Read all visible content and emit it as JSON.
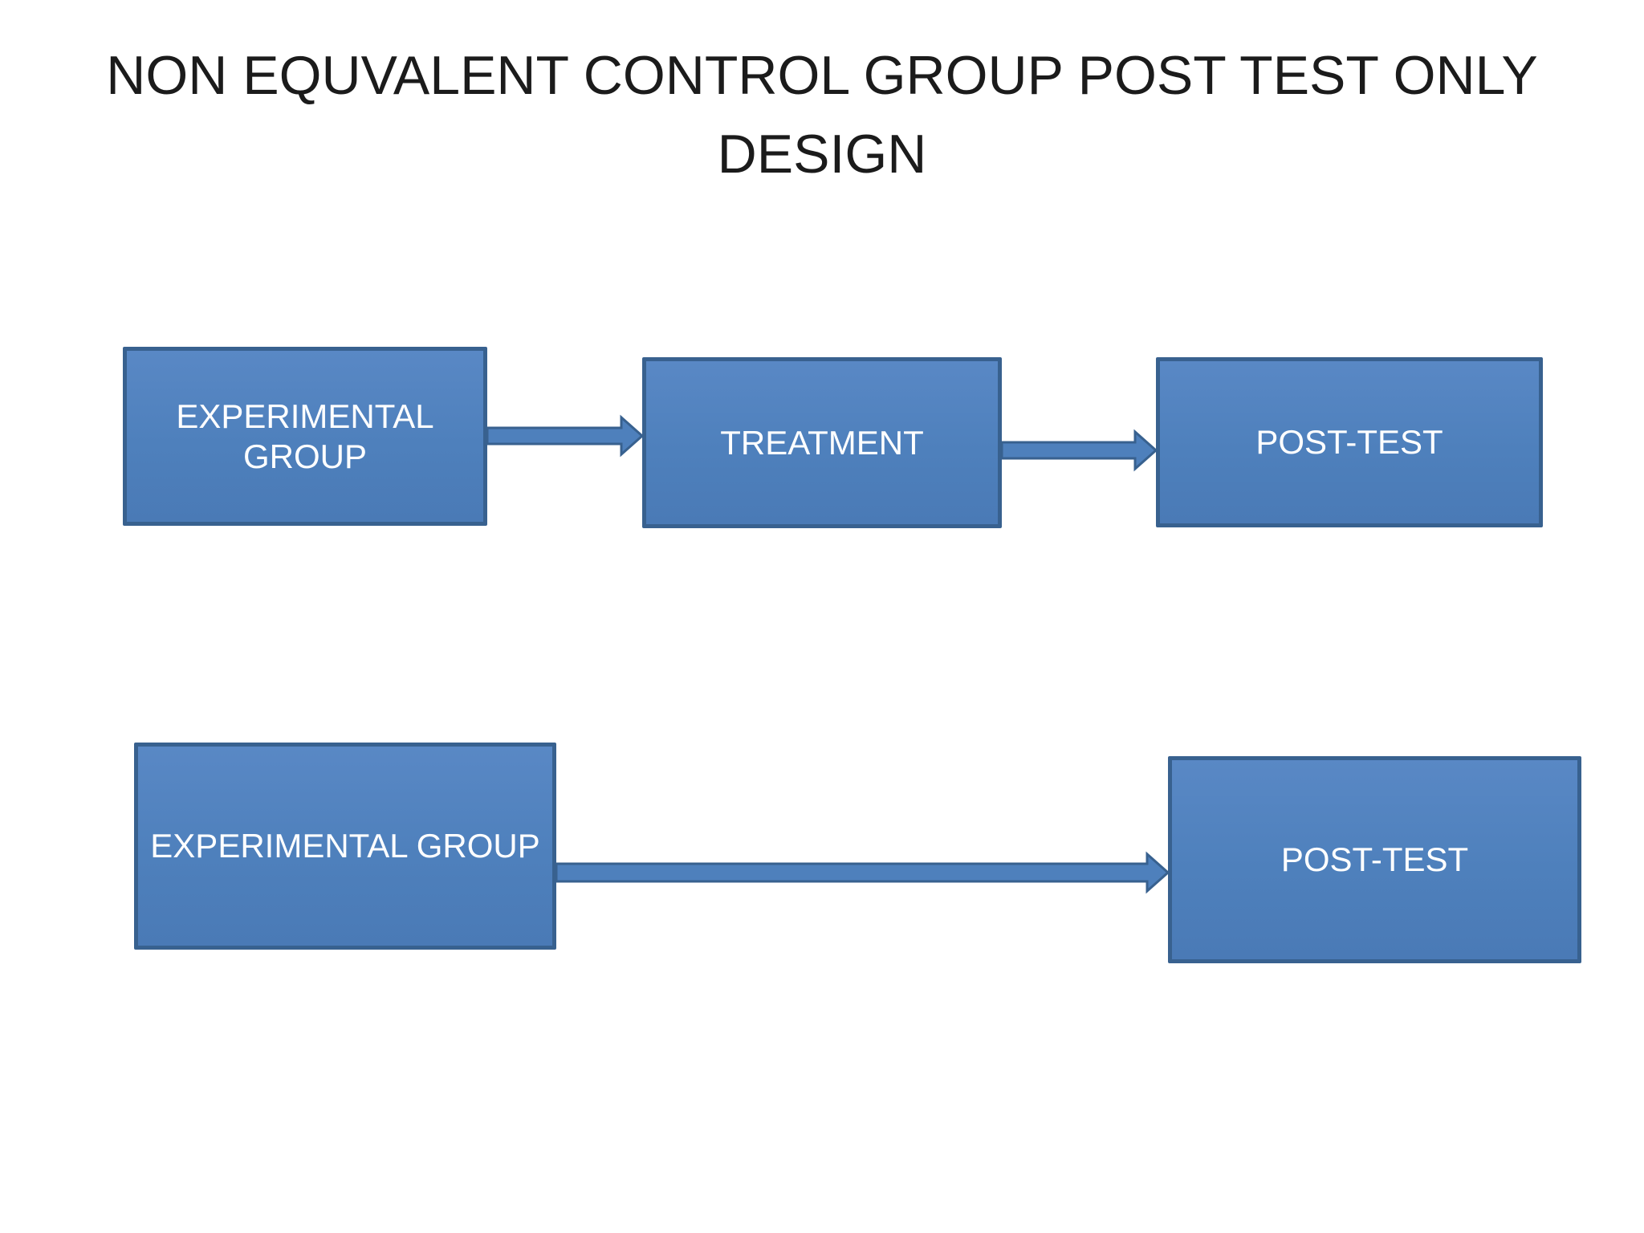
{
  "slide": {
    "title_line1": "NON EQUVALENT CONTROL GROUP POST TEST ONLY",
    "title_line2": "DESIGN"
  },
  "colors": {
    "background": "#ffffff",
    "title_text": "#1b1b1b",
    "box_fill": "#4e80bc",
    "box_fill_top": "#5988c5",
    "box_fill_bottom": "#4a7ab6",
    "box_border": "#38618f",
    "box_text": "#ffffff",
    "arrow_fill": "#4e80bc",
    "arrow_border": "#38618f"
  },
  "diagram": {
    "type": "flowchart",
    "nodes": [
      {
        "id": "experimental-group-1",
        "label": "EXPERIMENTAL GROUP",
        "row": 1
      },
      {
        "id": "treatment",
        "label": "TREATMENT",
        "row": 1
      },
      {
        "id": "post-test-1",
        "label": "POST-TEST",
        "row": 1
      },
      {
        "id": "experimental-group-2",
        "label": "EXPERIMENTAL GROUP",
        "row": 2
      },
      {
        "id": "post-test-2",
        "label": "POST-TEST",
        "row": 2
      }
    ],
    "edges": [
      {
        "from": "experimental-group-1",
        "to": "treatment"
      },
      {
        "from": "treatment",
        "to": "post-test-1"
      },
      {
        "from": "experimental-group-2",
        "to": "post-test-2"
      }
    ]
  }
}
